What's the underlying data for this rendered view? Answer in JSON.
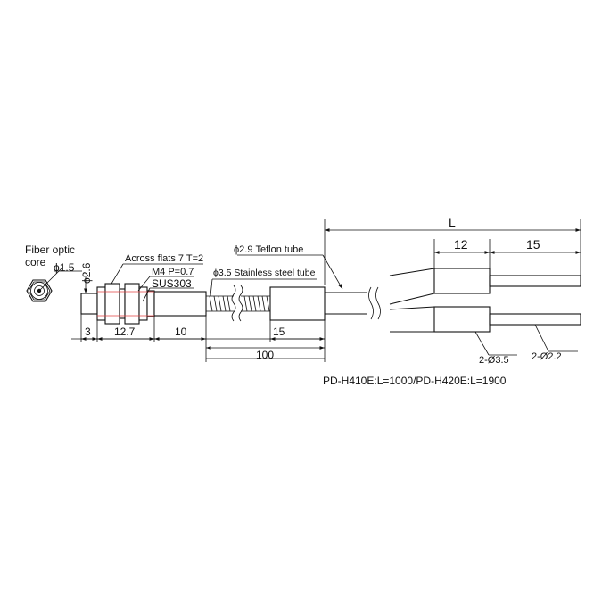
{
  "labels": {
    "fiber_core_line1": "Fiber optic",
    "fiber_core_line2": "core",
    "core_dia": "ϕ1.5",
    "tip_dia": "ϕ2.6",
    "across_flats": "Across flats 7  T=2",
    "thread": "M4 P=0.7",
    "material": "SUS303",
    "teflon": "ϕ2.9  Teflon tube",
    "stainless": "ϕ3.5 Stainless steel tube",
    "model": "PD-H410E:L=1000/PD-H420E:L=1900",
    "conn_dia": "2-Ø3.5",
    "wire_dia": "2-Ø2.2"
  },
  "dimensions": {
    "d3": "3",
    "d127": "12.7",
    "d10": "10",
    "d15a": "15",
    "d100": "100",
    "dL": "L",
    "d12": "12",
    "d15b": "15"
  }
}
